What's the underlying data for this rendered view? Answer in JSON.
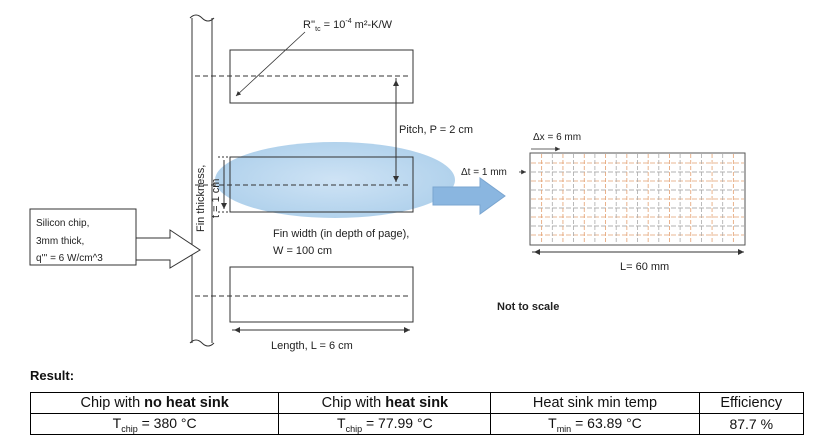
{
  "diagram": {
    "contact_resistance": {
      "prefix": "R''",
      "sub": "tc",
      "eq": " = 10",
      "exp": "-4",
      "unit": " m²-K/W"
    },
    "pitch_label": "Pitch, P  = 2 cm",
    "delta_t_label": "Δt = 1 mm",
    "delta_x_label": "Δx = 6 mm",
    "fin_width_line1": "Fin width (in depth of page),",
    "fin_width_line2": "W =  100  cm",
    "length_label": "Length, L  = 6 cm",
    "L_label": "L= 60 mm",
    "not_to_scale": "Not to scale",
    "fin_thickness_line1": "Fin thickness,",
    "fin_thickness_line2": "t = 1 cm",
    "chip_line1": "Silicon chip,",
    "chip_line2": "3mm thick,",
    "chip_line3": "q''' = 6 W/cm^3"
  },
  "result": {
    "label": "Result:",
    "headers": [
      {
        "pre": "Chip with ",
        "bold": "no heat sink",
        "post": ""
      },
      {
        "pre": "Chip with ",
        "bold": "heat sink",
        "post": ""
      },
      {
        "pre": "Heat sink min temp",
        "bold": "",
        "post": ""
      },
      {
        "pre": "Efficiency",
        "bold": "",
        "post": ""
      }
    ],
    "values": [
      {
        "sym": "T",
        "sub": "chip",
        "val": " = 380 °C"
      },
      {
        "sym": "T",
        "sub": "chip",
        "val": " = 77.99 °C"
      },
      {
        "sym": "T",
        "sub": "min",
        "val": " = 63.89 °C"
      },
      {
        "sym": "",
        "sub": "",
        "val": "87.7 %"
      }
    ]
  }
}
